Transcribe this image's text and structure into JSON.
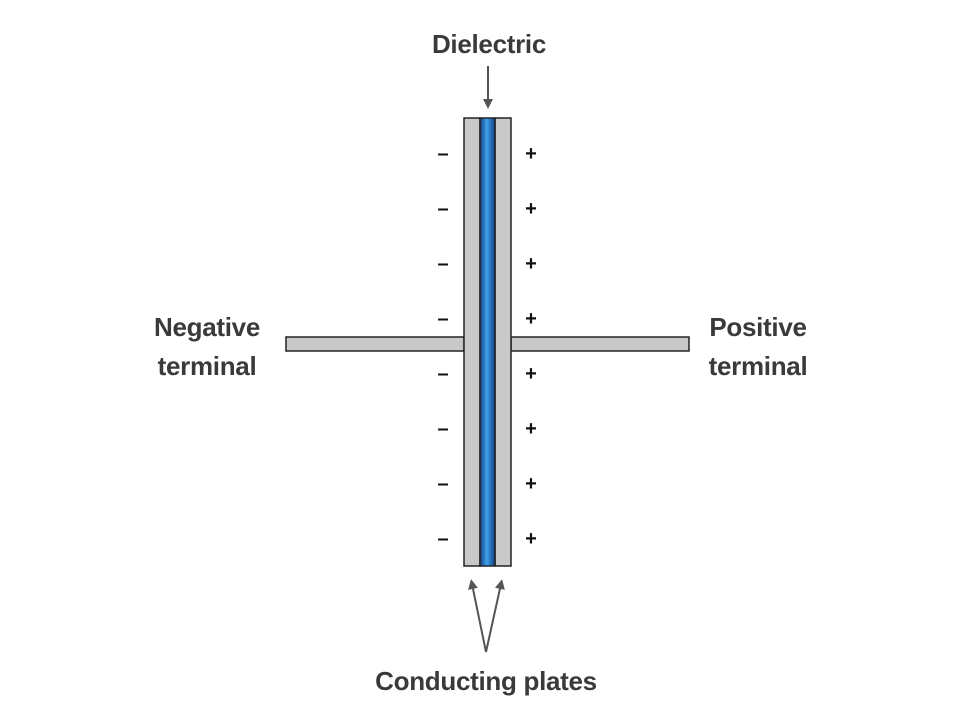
{
  "labels": {
    "dielectric": "Dielectric",
    "negative_terminal_line1": "Negative",
    "negative_terminal_line2": "terminal",
    "positive_terminal_line1": "Positive",
    "positive_terminal_line2": "terminal",
    "conducting_plates": "Conducting plates"
  },
  "charges": {
    "negative_symbol": "–",
    "positive_symbol": "+",
    "count_per_side": 8
  },
  "colors": {
    "plate": "#c9c9c9",
    "plate_outline": "#222222",
    "dielectric": "#1c62b8",
    "dielectric_highlight": "#3fa0ec",
    "terminal": "#c9c9c9",
    "arrow": "#555555",
    "label": "#3a3a3a"
  }
}
